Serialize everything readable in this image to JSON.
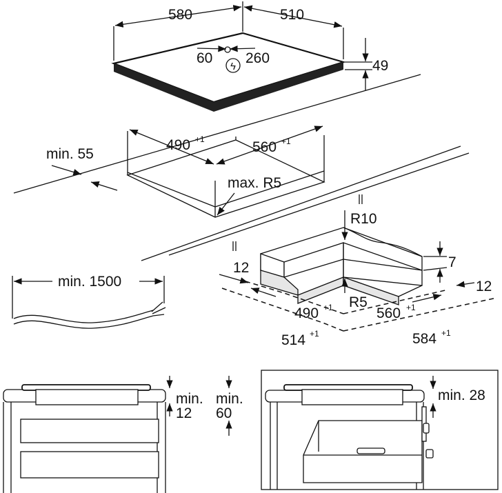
{
  "hob": {
    "width": "580",
    "depth": "510",
    "height": "49",
    "cable_offset_left": "60",
    "cable_offset_right": "260",
    "cable_symbol": "ϟ"
  },
  "cutout": {
    "min_front": "min. 55",
    "width": "490",
    "width_tol": "+1",
    "depth": "560",
    "depth_tol": "+1",
    "radius": "max. R5"
  },
  "cable": {
    "length": "min. 1500"
  },
  "frame": {
    "radius_outer": "R10",
    "radius_inner": "R5",
    "edge_left": "12",
    "edge_right": "12",
    "depth": "7",
    "inner_width": "490",
    "inner_width_tol": "+1",
    "inner_depth": "560",
    "inner_depth_tol": "+1",
    "outer_width": "514",
    "outer_width_tol": "+1",
    "outer_depth": "584",
    "outer_depth_tol": "+1"
  },
  "section_drawer": {
    "min_label_a": "min.",
    "gap_a": "12",
    "min_label_b": "min.",
    "gap_b": "60"
  },
  "section_oven": {
    "gap": "min. 28"
  }
}
